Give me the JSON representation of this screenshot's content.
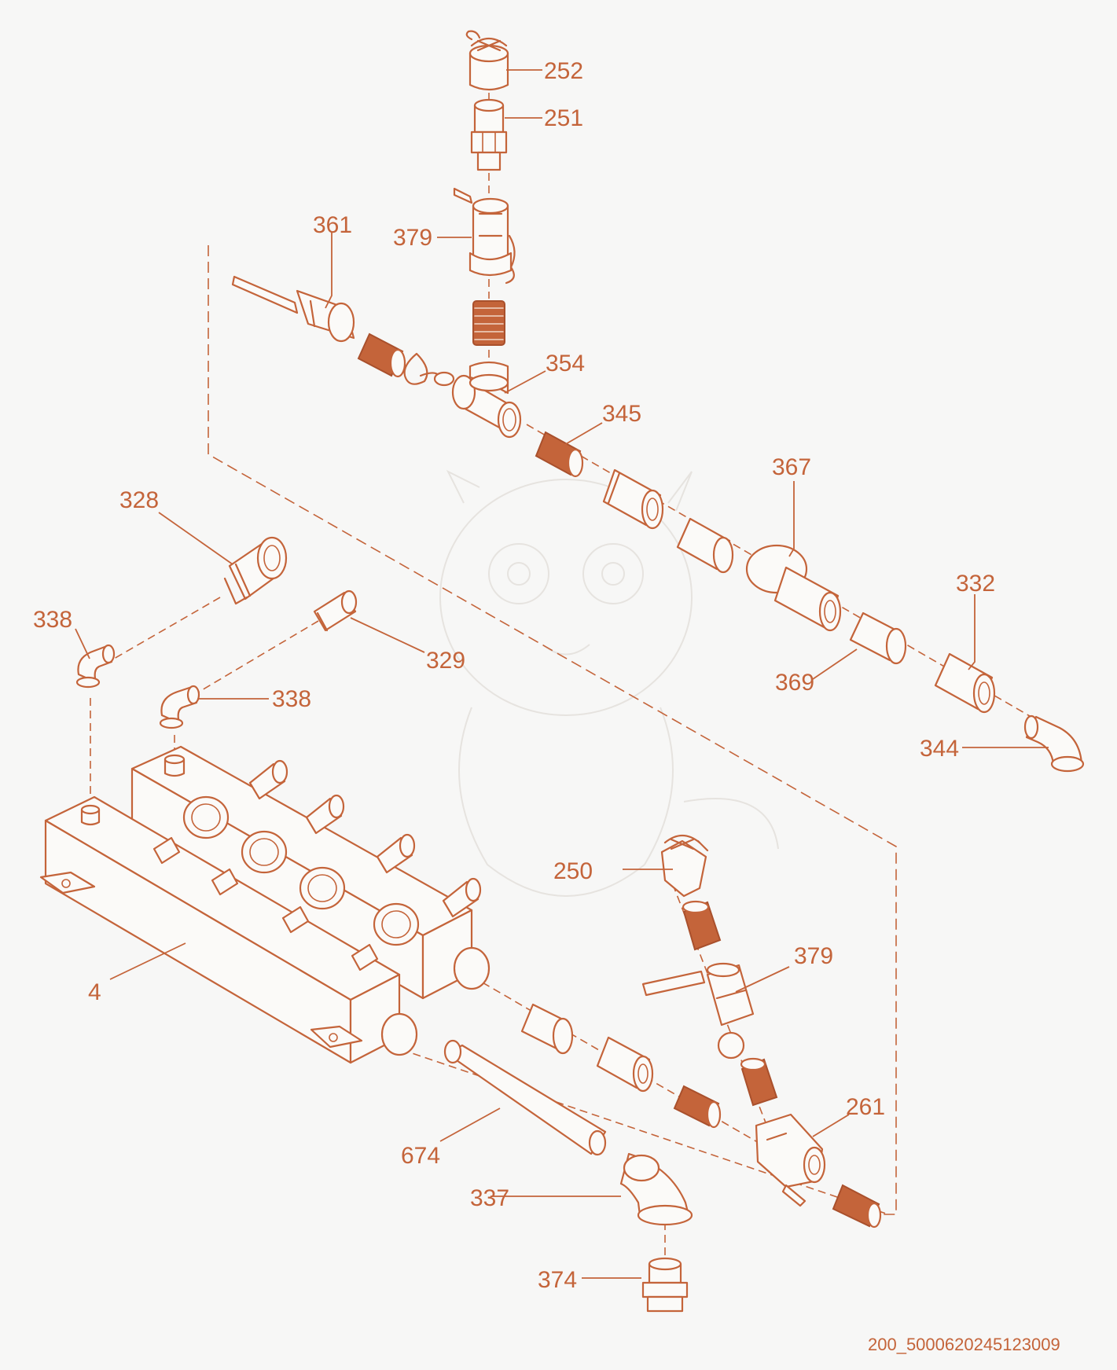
{
  "diagram": {
    "accent_color": "#c4643a",
    "background_color": "#f7f7f6",
    "callouts": [
      {
        "id": "c252",
        "label": "252"
      },
      {
        "id": "c251",
        "label": "251"
      },
      {
        "id": "c361",
        "label": "361"
      },
      {
        "id": "c379a",
        "label": "379"
      },
      {
        "id": "c354",
        "label": "354"
      },
      {
        "id": "c345",
        "label": "345"
      },
      {
        "id": "c367",
        "label": "367"
      },
      {
        "id": "c328",
        "label": "328"
      },
      {
        "id": "c332",
        "label": "332"
      },
      {
        "id": "c338a",
        "label": "338"
      },
      {
        "id": "c329",
        "label": "329"
      },
      {
        "id": "c338b",
        "label": "338"
      },
      {
        "id": "c369",
        "label": "369"
      },
      {
        "id": "c344",
        "label": "344"
      },
      {
        "id": "c250",
        "label": "250"
      },
      {
        "id": "c379b",
        "label": "379"
      },
      {
        "id": "c4",
        "label": "4"
      },
      {
        "id": "c261",
        "label": "261"
      },
      {
        "id": "c674",
        "label": "674"
      },
      {
        "id": "c337",
        "label": "337"
      },
      {
        "id": "c374",
        "label": "374"
      }
    ],
    "document_id": "200_5000620245123009"
  }
}
